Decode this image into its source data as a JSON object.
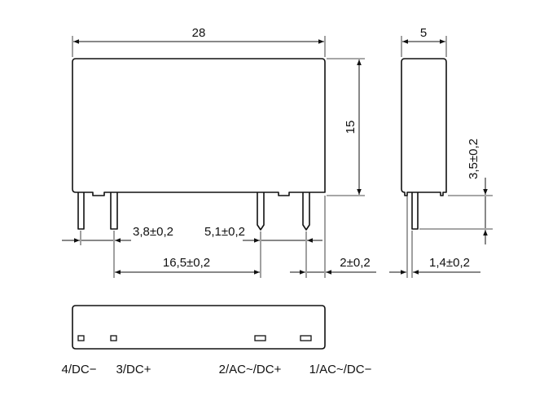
{
  "dimensions": {
    "length": "28",
    "width": "5",
    "height": "15",
    "pin_height": "3,5±0,2",
    "pitch_4_3": "3,8±0,2",
    "pitch_2_1": "5,1±0,2",
    "span_3_2": "16,5±0,2",
    "end_offset": "2±0,2",
    "side_offset": "1,4±0,2"
  },
  "pins": [
    {
      "label": "4/DC−"
    },
    {
      "label": "3/DC+"
    },
    {
      "label": "2/AC~/DC+"
    },
    {
      "label": "1/AC~/DC−"
    }
  ]
}
